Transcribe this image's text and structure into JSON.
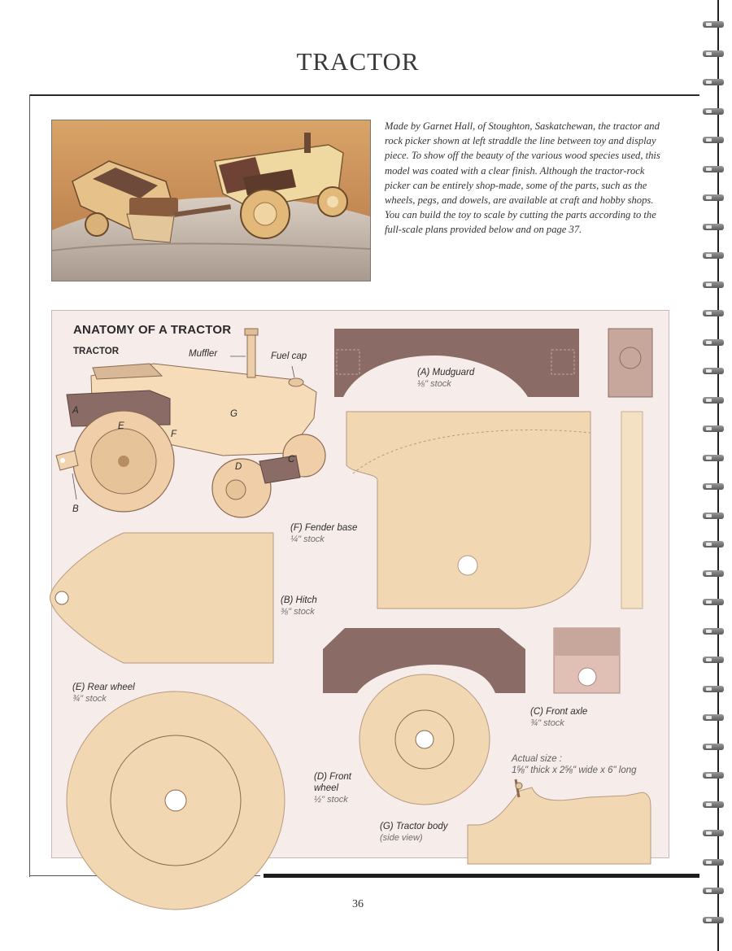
{
  "page": {
    "title": "TRACTOR",
    "page_number": "36"
  },
  "intro": {
    "text": "Made by Garnet Hall, of Stoughton, Saskatchewan, the tractor and rock picker shown at left straddle the line between toy and display piece. To show off the beauty of the various wood species used, this model was coated with a clear finish. Although the tractor-rock picker can be entirely shop-made, some of the parts, such as the wheels, pegs, and dowels, are available at craft and hobby shops. You can build the toy to scale by cutting the parts according to the full-scale plans provided below and on page 37."
  },
  "plan": {
    "heading": "ANATOMY OF A TRACTOR",
    "subheading": "TRACTOR",
    "callouts": {
      "muffler": "Muffler",
      "fuel_cap": "Fuel cap",
      "a": "A",
      "b": "B",
      "c": "C",
      "d": "D",
      "e": "E",
      "f": "F",
      "g": "G"
    },
    "parts": {
      "mudguard": {
        "name": "(A) Mudguard",
        "stock": "⅛\" stock"
      },
      "fender_base": {
        "name": "(F) Fender base",
        "stock": "¼\" stock"
      },
      "hitch": {
        "name": "(B) Hitch",
        "stock": "⅜\" stock"
      },
      "rear_wheel": {
        "name": "(E) Rear wheel",
        "stock": "¾\" stock"
      },
      "front_axle": {
        "name": "(C) Front axle",
        "stock": "¾\" stock"
      },
      "front_wheel": {
        "name_line1": "(D) Front",
        "name_line2": "wheel",
        "stock": "½\" stock"
      },
      "tractor_body": {
        "name": "(G) Tractor body",
        "note": "(side view)"
      },
      "actual_size": {
        "line1": "Actual size :",
        "line2": "1⅝\" thick x 2⅝\" wide x 6\" long"
      }
    }
  },
  "colors": {
    "wood_light": "#f2d7b3",
    "wood_dark": "#8a6b66",
    "wood_mid": "#c7a79b",
    "plan_bg": "#f6ecea"
  }
}
